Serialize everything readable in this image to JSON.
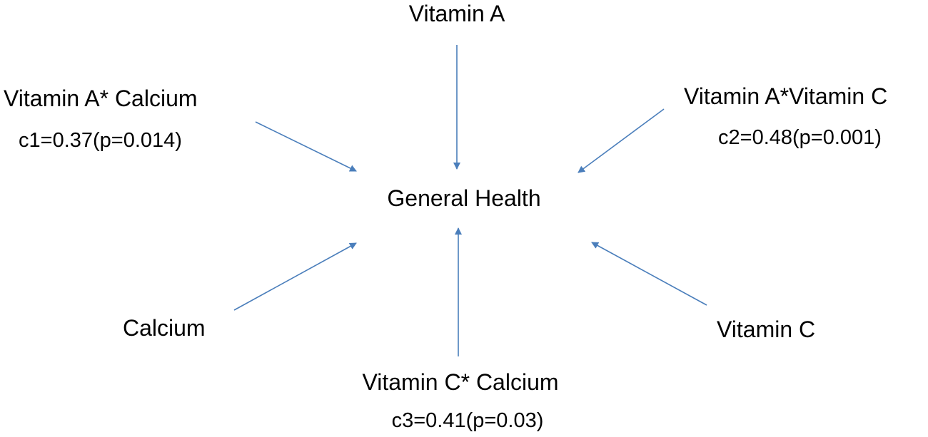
{
  "diagram": {
    "center": "General Health",
    "nodes": {
      "vitamin_a": "Vitamin A",
      "vitamin_a_calcium": "Vitamin A* Calcium",
      "vitamin_a_vitamin_c": "Vitamin A*Vitamin C",
      "calcium": "Calcium",
      "vitamin_c": "Vitamin C",
      "vitamin_c_calcium": "Vitamin C* Calcium"
    },
    "coefficients": {
      "c1": "c1=0.37(p=0.014)",
      "c2": "c2=0.48(p=0.001)",
      "c3": "c3=0.41(p=0.03)"
    },
    "arrow_color": "#4a7ebb",
    "edges": [
      {
        "from": "Vitamin A",
        "to": "General Health"
      },
      {
        "from": "Vitamin A* Calcium",
        "to": "General Health"
      },
      {
        "from": "Vitamin A*Vitamin C",
        "to": "General Health"
      },
      {
        "from": "Calcium",
        "to": "General Health"
      },
      {
        "from": "Vitamin C",
        "to": "General Health"
      },
      {
        "from": "Vitamin C* Calcium",
        "to": "General Health"
      }
    ]
  }
}
